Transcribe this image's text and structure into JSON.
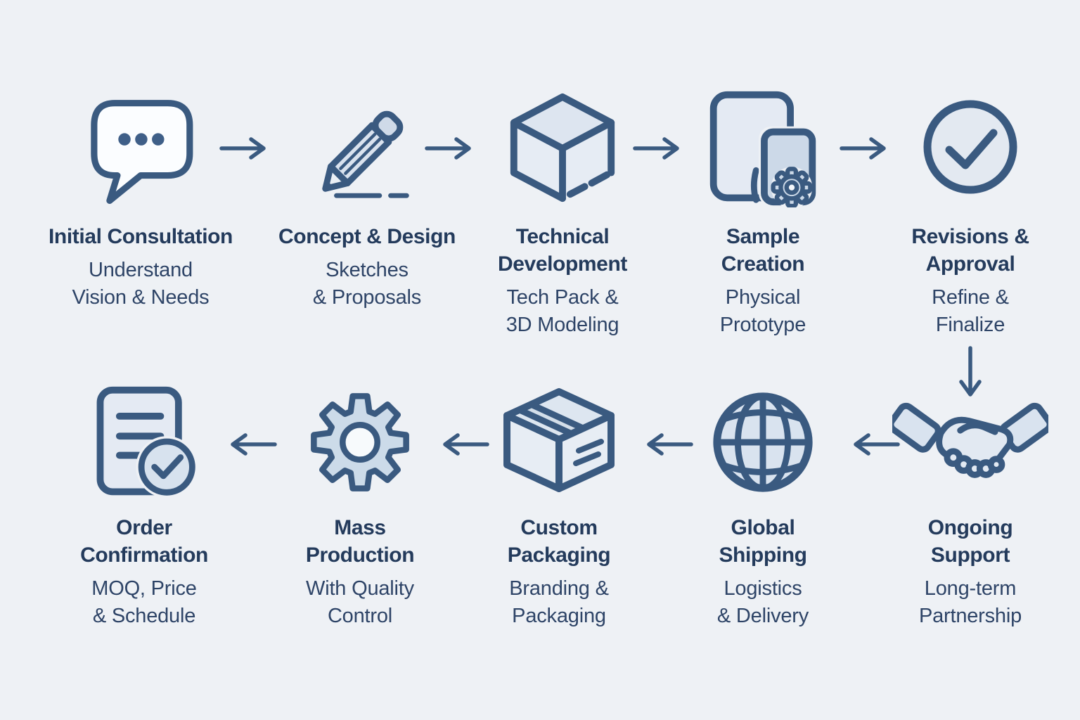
{
  "page": {
    "background_color": "#eef1f5",
    "description": "Manufacturing process flow infographic, 10 steps in two rows"
  },
  "palette": {
    "icon_stroke": "#3a5a80",
    "icon_fill": "#dde5f0",
    "icon_fill_light": "#fbfdff",
    "icon_fill_mid": "#ccd9e8",
    "heading_color": "#243b5c",
    "subtitle_color": "#2e4467",
    "arrow_color": "#3a5a80"
  },
  "flow": {
    "row1_direction": "right",
    "row2_direction": "left",
    "row_connector": "down"
  },
  "steps": [
    {
      "title": "Initial Consultation",
      "subtitle": "Understand\nVision & Needs",
      "icon": "chat-bubble-icon"
    },
    {
      "title": "Concept & Design",
      "subtitle": "Sketches\n& Proposals",
      "icon": "pencil-icon"
    },
    {
      "title": "Technical\nDevelopment",
      "subtitle": "Tech Pack &\n3D Modeling",
      "icon": "cube-3d-icon"
    },
    {
      "title": "Sample\nCreation",
      "subtitle": "Physical\nPrototype",
      "icon": "prototype-devices-gear-icon"
    },
    {
      "title": "Revisions &\nApproval",
      "subtitle": "Refine &\nFinalize",
      "icon": "check-circle-icon"
    },
    {
      "title": "Ongoing\nSupport",
      "subtitle": "Long-term\nPartnership",
      "icon": "handshake-icon"
    },
    {
      "title": "Global\nShipping",
      "subtitle": "Logistics\n& Delivery",
      "icon": "globe-icon"
    },
    {
      "title": "Custom\nPackaging",
      "subtitle": "Branding &\nPackaging",
      "icon": "package-box-icon"
    },
    {
      "title": "Mass\nProduction",
      "subtitle": "With Quality\nControl",
      "icon": "gear-icon"
    },
    {
      "title": "Order\nConfirmation",
      "subtitle": "MOQ, Price\n& Schedule",
      "icon": "document-check-icon"
    }
  ]
}
